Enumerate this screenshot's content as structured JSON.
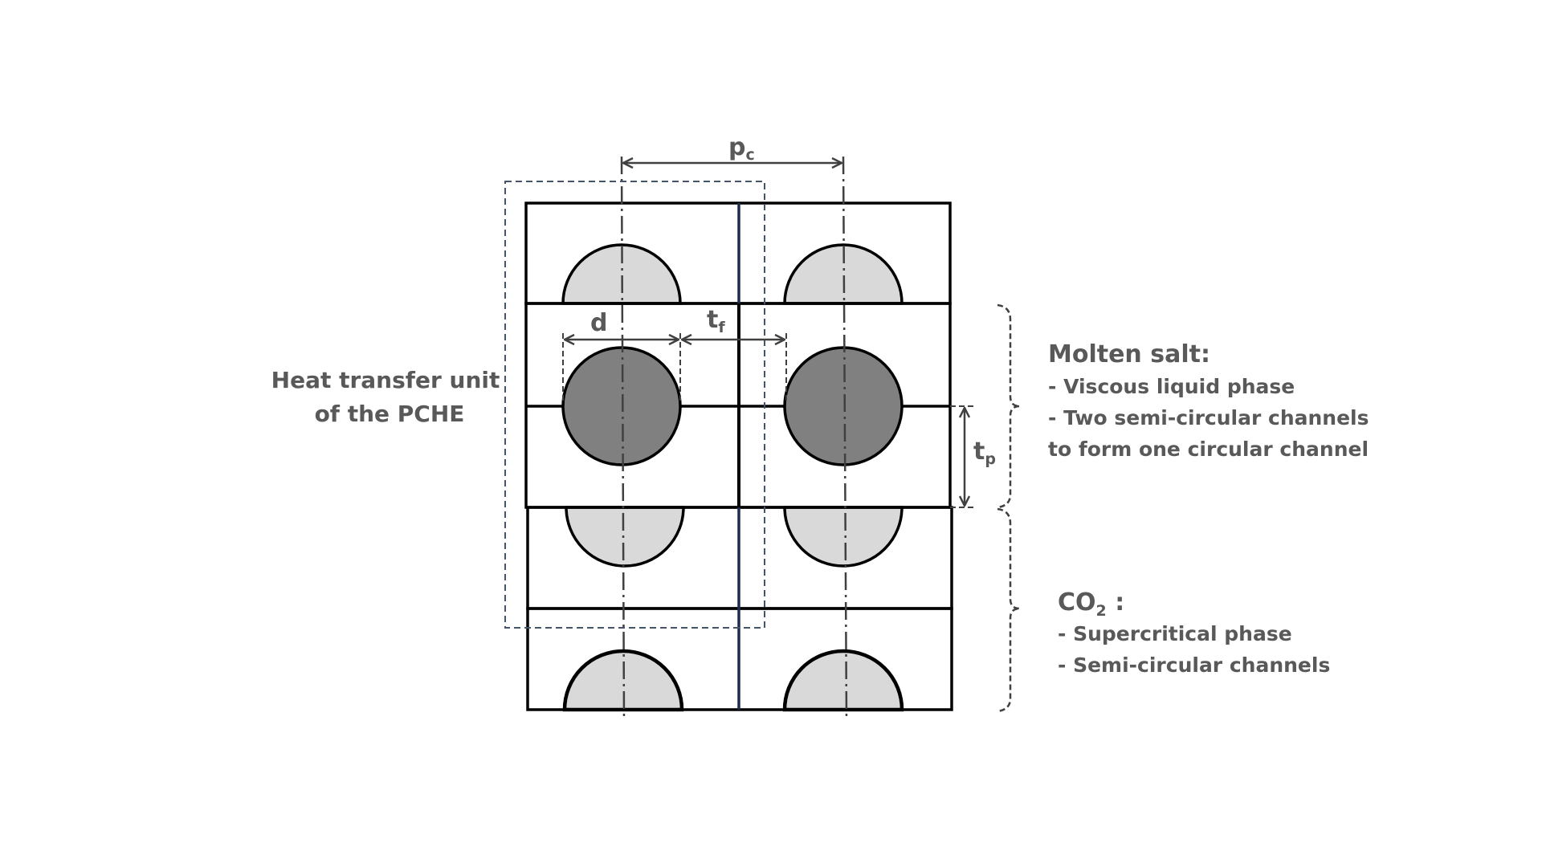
{
  "diagram": {
    "colors": {
      "molten_salt_channel": "#808080",
      "co2_channel": "#d9d9d9",
      "text": "#595959",
      "unit_box": "#44546a",
      "plate_divider": "#1f2d4a"
    },
    "dimensions": {
      "pc": {
        "main": "p",
        "sub": "c"
      },
      "d": {
        "main": "d"
      },
      "tf": {
        "main": "t",
        "sub": "f"
      },
      "tp": {
        "main": "t",
        "sub": "p"
      }
    },
    "unit_label": {
      "line1": "Heat transfer unit",
      "line2": "of the PCHE"
    },
    "molten_salt": {
      "title": "Molten salt:",
      "items": [
        "- Viscous liquid phase",
        "- Two semi-circular channels",
        "to form one circular channel"
      ]
    },
    "co2": {
      "title_main": "CO",
      "title_sub": "2",
      "title_suffix": " :",
      "items": [
        "- Supercritical phase",
        "- Semi-circular channels"
      ]
    }
  }
}
